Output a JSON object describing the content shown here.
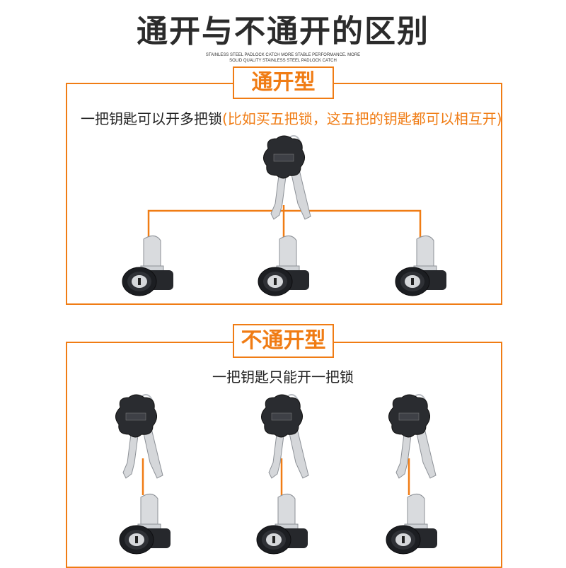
{
  "title": "通开与不通开的区别",
  "subtitle": {
    "line1": "STAINLESS STEEL PADLOCK CATCH MORE STABLE PERFORMANCE. MORE",
    "line2": "SOLID QUALITY STAINLESS STEEL PADLOCK CATCH"
  },
  "section_common": {
    "label": "通开型",
    "desc_main": "一把钥匙可以开多把锁",
    "desc_note": "(比如买五把锁，这五把的钥匙都可以相互开)"
  },
  "section_unique": {
    "label": "不通开型",
    "desc": "一把钥匙只能开一把锁"
  },
  "colors": {
    "accent": "#f07c14",
    "lock_dark": "#1e2024",
    "metal": "#c9cbce"
  },
  "icons": [
    "key-icon",
    "cam-lock-icon"
  ]
}
